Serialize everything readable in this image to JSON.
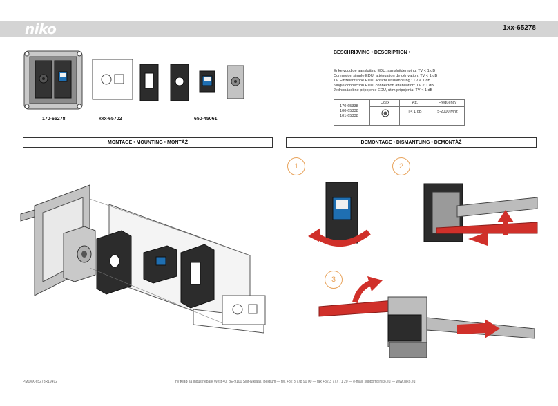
{
  "header": {
    "brand": "niko",
    "doc_ref": "1xx-65278"
  },
  "products": [
    {
      "code": "170-65278"
    },
    {
      "code": "xxx-65702"
    },
    {
      "code": "650-45061"
    }
  ],
  "description": {
    "title": "BESCHRIJVING • DESCRIPTION •",
    "lines": [
      "Enkelvoudige aansluiting EDU, aansluitdemping: TV < 1 dB",
      "Connexion simple EDU, atténuation de dérivation: TV < 1 dB",
      "TV Einzelantenne EDU, Anschlussdämpfung : TV < 1 dB",
      "Single connection EDU, connection attenuation: TV < 1 dB",
      "Jednonásobné pripojenie EDU, útlm pripojenia: TV < 1 dB"
    ],
    "spec_table": {
      "codes": [
        "170-65338",
        "100-65338",
        "101-65338"
      ],
      "headers": [
        "Coax",
        "Att.",
        "Frequency"
      ],
      "values": [
        "",
        "i < 1 dB",
        "5-2000 Mhz"
      ]
    }
  },
  "sections": {
    "mounting": "MONTAGE • MOUNTING • MONTÁŽ",
    "dismantling": "DEMONTAGE • DISMANTLING • DEMONTÁŽ"
  },
  "steps": [
    "1",
    "2",
    "3"
  ],
  "footer": {
    "code": "PM1XX-65278R19492",
    "company_prefix": "nv",
    "company": "Niko",
    "company_suffix": "sa",
    "address": "Industriepark West 40, BE-9100 Sint-Niklaas, Belgium — tel. +32 3 778 90 00 — fax +32 3 777 71 20 — e-mail: support@niko.eu — www.niko.eu"
  },
  "colors": {
    "accent_orange": "#e8a35b",
    "arrow_red": "#d0302a",
    "header_gray": "#d4d4d4",
    "cable_blue": "#1f6fb2"
  }
}
